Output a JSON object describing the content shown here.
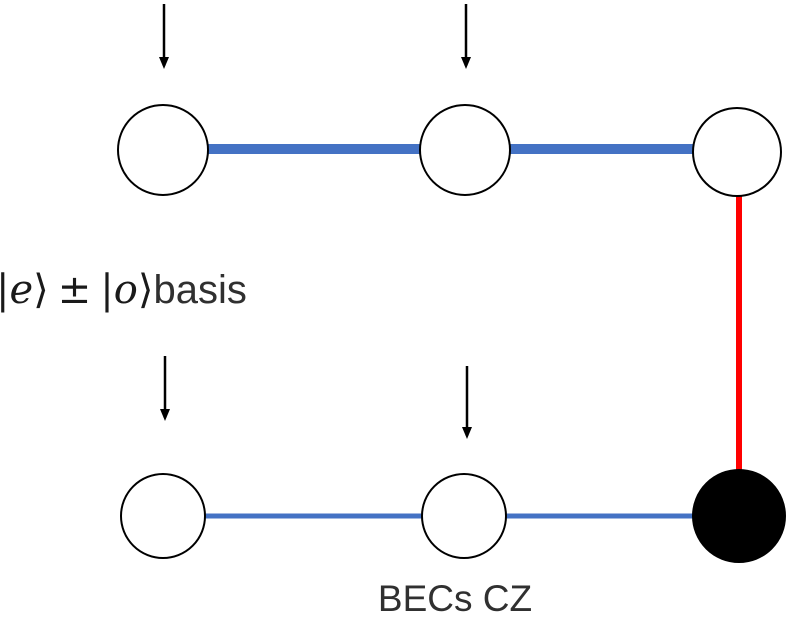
{
  "labels": {
    "basis": {
      "pipe1": "|",
      "e": "e",
      "ket1": "⟩",
      "pm": "±",
      "pipe2": "|",
      "o": "o",
      "ket2": "⟩",
      "suffix": "basis"
    },
    "gate": "BECs CZ"
  },
  "colors": {
    "edge_blue": "#4472c4",
    "edge_red": "#ff0000",
    "node_open_fill": "#ffffff",
    "node_filled_fill": "#000000",
    "node_stroke": "#000000",
    "arrow": "#000000"
  }
}
